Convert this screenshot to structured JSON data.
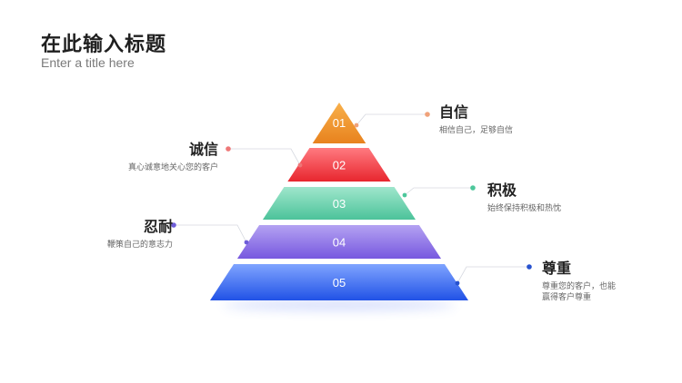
{
  "slide": {
    "title": "在此输入标题",
    "subtitle": "Enter a title here"
  },
  "pyramid": {
    "levels": [
      {
        "number": "01",
        "color_top": "#F8B04B",
        "color_bottom": "#E8821E",
        "dot": "#F0A27A"
      },
      {
        "number": "02",
        "color_top": "#FF7A80",
        "color_bottom": "#E8262E",
        "dot": "#EE7777"
      },
      {
        "number": "03",
        "color_top": "#9FE6CC",
        "color_bottom": "#4CC39A",
        "dot": "#4DC79B"
      },
      {
        "number": "04",
        "color_top": "#B4A2F2",
        "color_bottom": "#7758DF",
        "dot": "#6E5DD9"
      },
      {
        "number": "05",
        "color_top": "#7FA4FF",
        "color_bottom": "#2152E6",
        "dot": "#2752CF"
      }
    ]
  },
  "annotations": [
    {
      "title": "自信",
      "desc": "相信自己，足够自信"
    },
    {
      "title": "诚信",
      "desc": "真心诚意地关心您的客户"
    },
    {
      "title": "积极",
      "desc": "始终保持积极和热忱"
    },
    {
      "title": "忍耐",
      "desc": "鞭策自己的意志力"
    },
    {
      "title": "尊重",
      "desc": "尊重您的客户，也能赢得客户尊重"
    }
  ]
}
